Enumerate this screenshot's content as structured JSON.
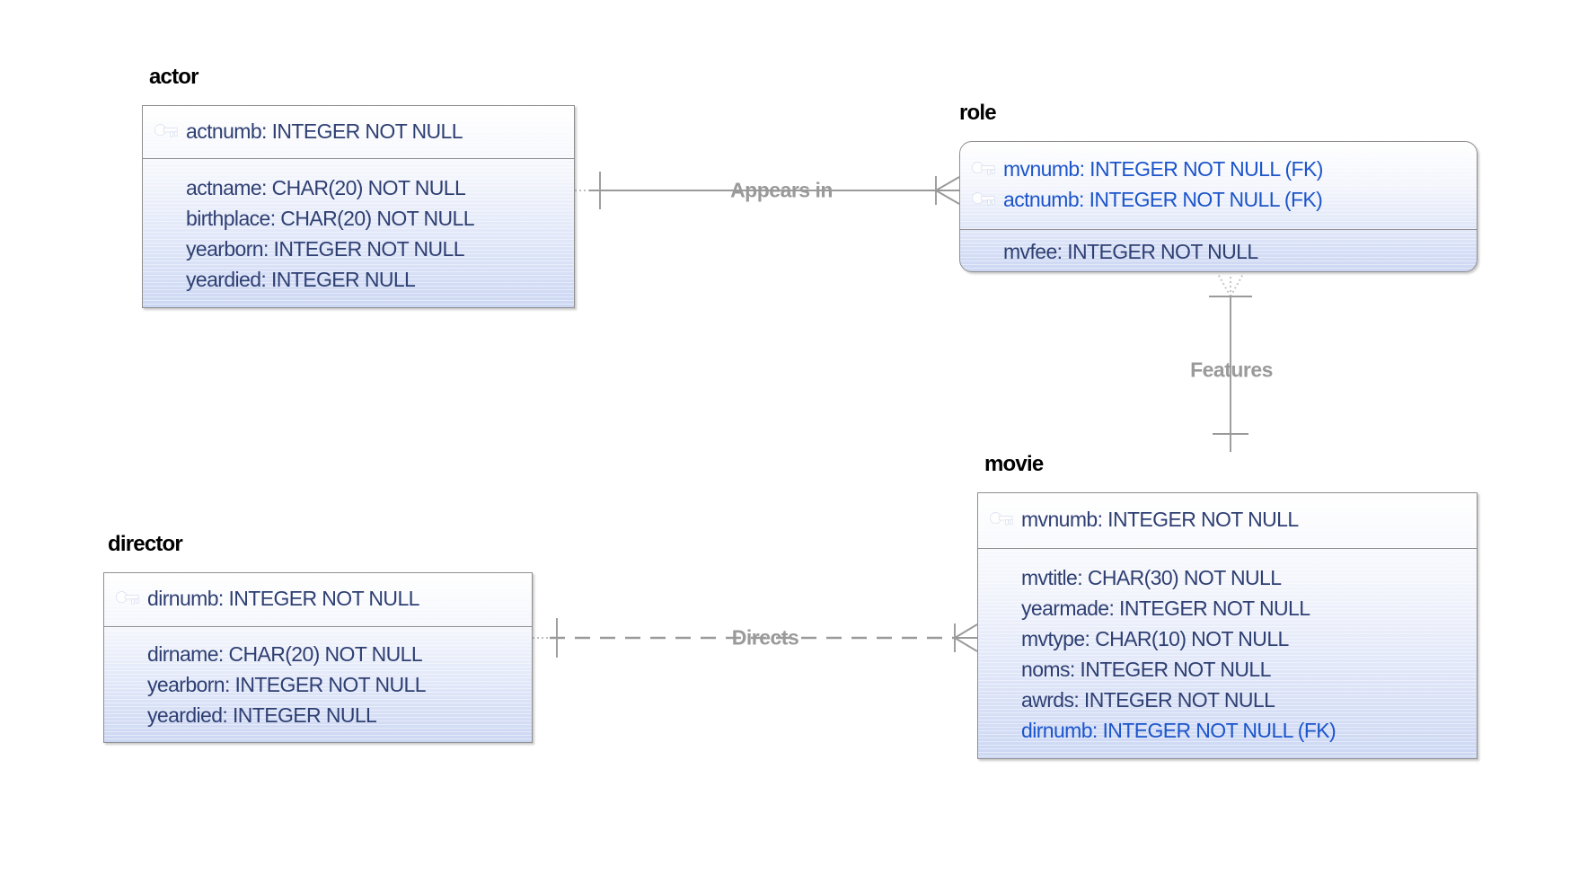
{
  "diagram": {
    "entities": [
      {
        "name": "actor",
        "shape": "rectangle",
        "key_attributes": [
          {
            "text": "actnumb: INTEGER NOT NULL",
            "fk": false,
            "icon": "key"
          }
        ],
        "attributes": [
          {
            "text": "actname: CHAR(20) NOT NULL",
            "fk": false
          },
          {
            "text": "birthplace: CHAR(20) NOT NULL",
            "fk": false
          },
          {
            "text": "yearborn: INTEGER NOT NULL",
            "fk": false
          },
          {
            "text": "yeardied: INTEGER NULL",
            "fk": false
          }
        ]
      },
      {
        "name": "role",
        "shape": "rounded",
        "key_attributes": [
          {
            "text": "mvnumb: INTEGER NOT NULL (FK)",
            "fk": true,
            "icon": "key"
          },
          {
            "text": "actnumb: INTEGER NOT NULL (FK)",
            "fk": true,
            "icon": "key"
          }
        ],
        "attributes": [
          {
            "text": "mvfee: INTEGER NOT NULL",
            "fk": false
          }
        ]
      },
      {
        "name": "movie",
        "shape": "rectangle",
        "key_attributes": [
          {
            "text": "mvnumb: INTEGER NOT NULL",
            "fk": false,
            "icon": "key"
          }
        ],
        "attributes": [
          {
            "text": "mvtitle: CHAR(30) NOT NULL",
            "fk": false
          },
          {
            "text": "yearmade: INTEGER NOT NULL",
            "fk": false
          },
          {
            "text": "mvtype: CHAR(10) NOT NULL",
            "fk": false
          },
          {
            "text": "noms: INTEGER NOT NULL",
            "fk": false
          },
          {
            "text": "awrds: INTEGER NOT NULL",
            "fk": false
          },
          {
            "text": "dirnumb: INTEGER NOT NULL (FK)",
            "fk": true
          }
        ]
      },
      {
        "name": "director",
        "shape": "rectangle",
        "key_attributes": [
          {
            "text": "dirnumb: INTEGER NOT NULL",
            "fk": false,
            "icon": "key"
          }
        ],
        "attributes": [
          {
            "text": "dirname: CHAR(20) NOT NULL",
            "fk": false
          },
          {
            "text": "yearborn: INTEGER NOT NULL",
            "fk": false
          },
          {
            "text": "yeardied: INTEGER NULL",
            "fk": false
          }
        ]
      }
    ],
    "relationships": [
      {
        "label": "Appears in",
        "from": "actor",
        "to": "role",
        "line_style": "solid"
      },
      {
        "label": "Features",
        "from": "movie",
        "to": "role",
        "line_style": "solid"
      },
      {
        "label": "Directs",
        "from": "director",
        "to": "movie",
        "line_style": "dashed"
      }
    ],
    "colors": {
      "attribute_text": "#2e3f72",
      "foreign_key_text": "#1c55cb",
      "entity_title": "#000000",
      "relationship_line": "#9a9a9a",
      "box_border": "#8f8f8f",
      "box_fill_bottom": "#ccd7f3"
    }
  }
}
